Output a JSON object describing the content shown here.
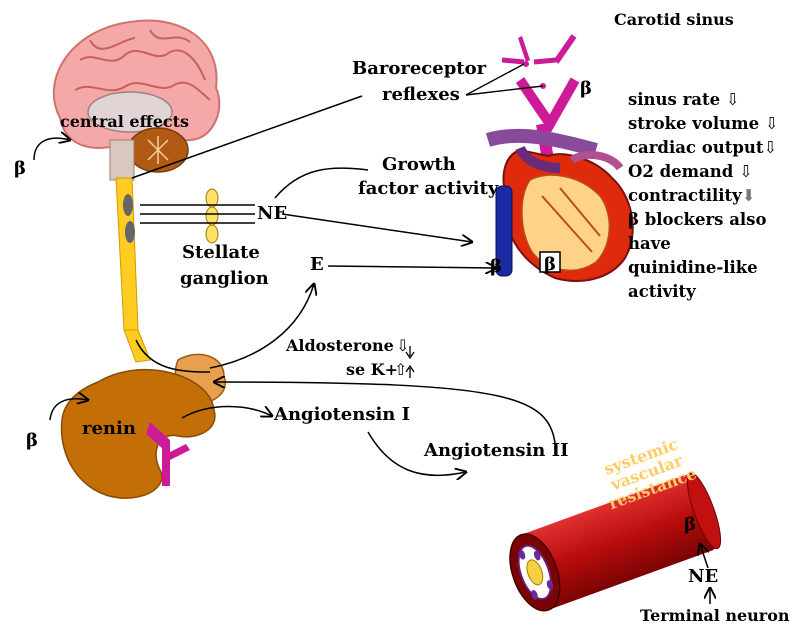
{
  "colors": {
    "brain": "#f2a0a0",
    "cerebellum": "#b05a14",
    "spinal_cord": "#ffcc22",
    "kidney": "#c46e08",
    "adrenal": "#e8a050",
    "receptor": "#cc1a99",
    "vessel": "#cc1111",
    "heart": "#dd2200",
    "vena": "#1a2aa0"
  },
  "labels": {
    "carotid_sinus": "Carotid sinus",
    "baroreceptor": "Baroreceptor",
    "reflexes": "reflexes",
    "beta_top": "β",
    "central_effects": "central effects",
    "beta_brain": "β",
    "growth": "Growth",
    "factor_activity": "factor activity",
    "ne_main": "NE",
    "stellate": "Stellate",
    "ganglion": "ganglion",
    "e_label": "E",
    "beta_heart": "β",
    "beta_box": "β",
    "aldosterone": "Aldosterone",
    "se_k": "se K+",
    "beta_kidney": "β",
    "renin": "renin",
    "angiotensin_i": "Angiotensin I",
    "angiotensin_ii": "Angiotensin II",
    "vessel_line1": "systemic",
    "vessel_line2": "vascular",
    "vessel_line3": "resistance",
    "beta_terminal": "β",
    "ne_terminal": "NE",
    "terminal_neuron": "Terminal neuron"
  },
  "effects": [
    {
      "text": "sinus rate",
      "arrow": "down-arrow-icon"
    },
    {
      "text": "stroke volume",
      "arrow": "down-arrow-icon"
    },
    {
      "text": "cardiac output",
      "arrow": "down-arrow-icon"
    },
    {
      "text": "O2 demand",
      "arrow": "down-arrow-icon"
    },
    {
      "text": "contractility",
      "arrow": "down-arrow-icon"
    },
    {
      "text": "β blockers also",
      "arrow": ""
    },
    {
      "text": "have",
      "arrow": ""
    },
    {
      "text": "quinidine-like",
      "arrow": ""
    },
    {
      "text": "activity",
      "arrow": ""
    }
  ]
}
